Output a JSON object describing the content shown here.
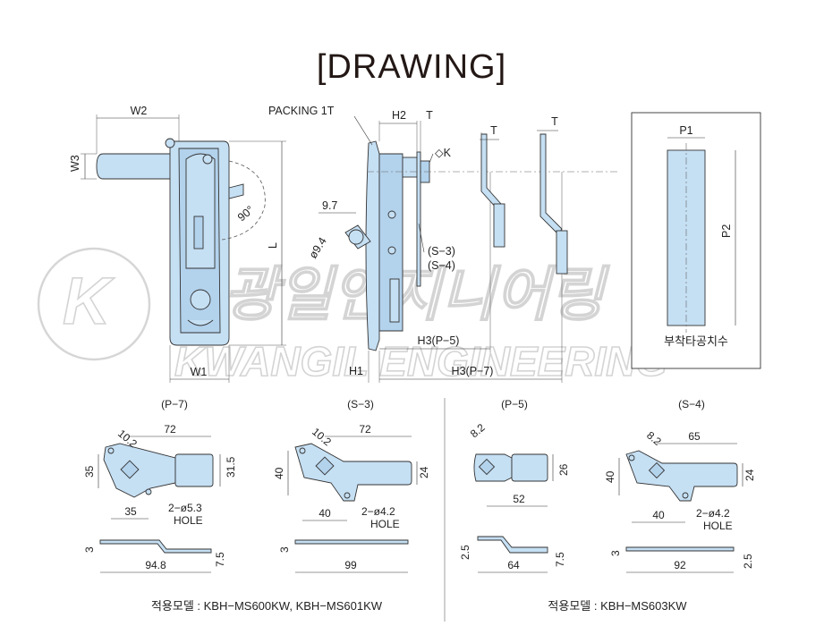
{
  "title": "[DRAWING]",
  "watermark": {
    "letter": "K",
    "korean": "광일엔지니어링",
    "english": "KWANGIL ENGINEERING"
  },
  "main_view": {
    "w2": "W2",
    "w3": "W3",
    "w1": "W1",
    "l": "L",
    "angle": "90°",
    "packing": "PACKING 1T",
    "h2": "H2",
    "t": "T",
    "k": "◇K",
    "d97": "9.7",
    "phi94": "ø9.4",
    "s3": "(S−3)",
    "s4": "(S−4)",
    "h3p5": "H3(P−5)",
    "h3p7": "H3(P−7)",
    "h1": "H1"
  },
  "side_t": [
    "T",
    "T"
  ],
  "mount_hole": {
    "p1": "P1",
    "p2": "P2",
    "caption": "부착타공치수"
  },
  "cams": [
    {
      "name": "(P−7)",
      "d_angle": "10.2",
      "d_top": "72",
      "d_left": "35",
      "d_right": "31.5",
      "d_bottom": "35",
      "hole": [
        "2−ø5.3",
        "HOLE"
      ],
      "side_left": "3",
      "side_len": "94.8",
      "side_right": "7.5"
    },
    {
      "name": "(S−3)",
      "d_angle": "10.2",
      "d_top": "72",
      "d_left": "40",
      "d_right": "24",
      "d_bottom": "40",
      "hole": [
        "2−ø4.2",
        "HOLE"
      ],
      "side_left": "3",
      "side_len": "99",
      "side_right": ""
    },
    {
      "name": "(P−5)",
      "d_angle": "8.2",
      "d_top": "",
      "d_left": "",
      "d_right": "26",
      "d_bottom": "52",
      "hole": [
        "",
        ""
      ],
      "side_left": "2.5",
      "side_len": "64",
      "side_right": "7.5"
    },
    {
      "name": "(S−4)",
      "d_angle": "8.2",
      "d_top": "65",
      "d_left": "40",
      "d_right": "24",
      "d_bottom": "40",
      "hole": [
        "2−ø4.2",
        "HOLE"
      ],
      "side_left": "3",
      "side_len": "92",
      "side_right": "2.5"
    }
  ],
  "models": {
    "left": "적용모델 : KBH−MS600KW, KBH−MS601KW",
    "right": "적용모델 : KBH−MS603KW"
  },
  "colors": {
    "part_fill": "#c5dff3",
    "outline": "#333333",
    "watermark": "#d6d6d6"
  }
}
